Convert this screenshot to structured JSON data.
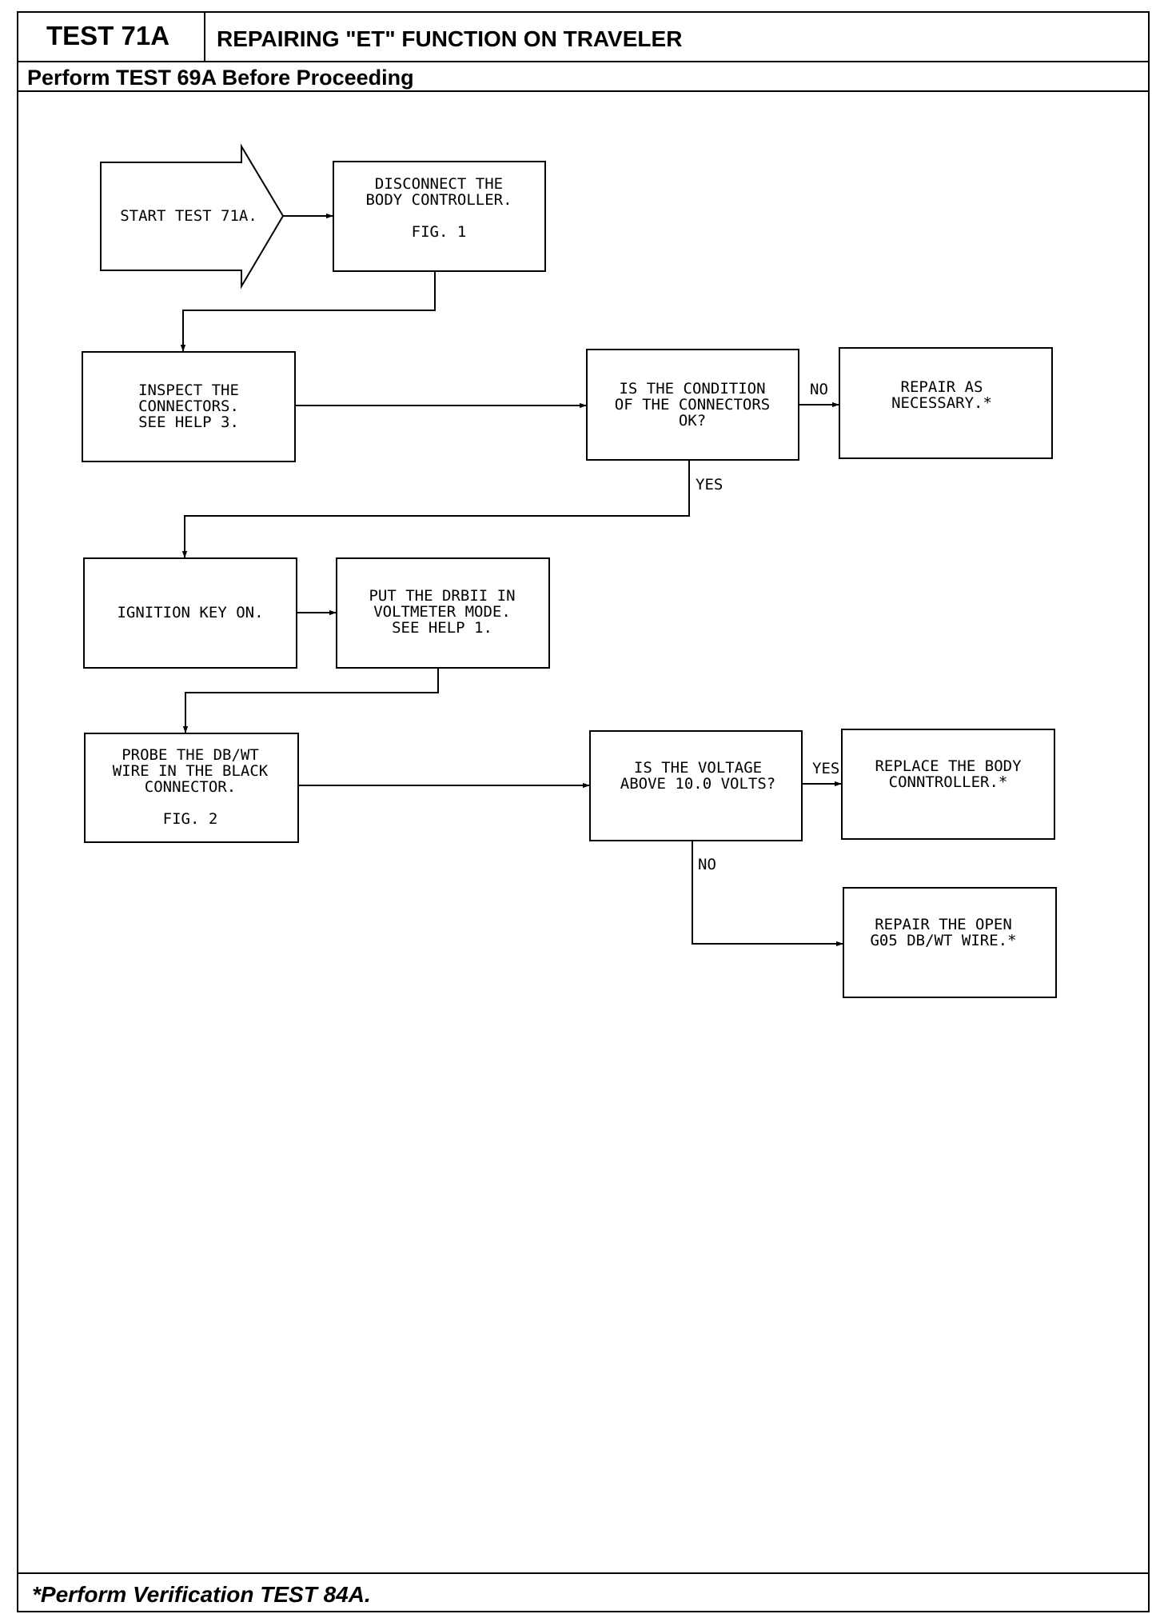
{
  "header": {
    "test_id": "TEST 71A",
    "title": "REPAIRING \"ET\" FUNCTION ON TRAVELER",
    "prerequisite": "Perform TEST 69A Before Proceeding"
  },
  "footer": {
    "note": "*Perform Verification TEST 84A."
  },
  "flowchart": {
    "start": [
      "START TEST 71A."
    ],
    "disconnect": [
      "DISCONNECT THE",
      "BODY CONTROLLER.",
      "",
      "FIG. 1"
    ],
    "inspect": [
      "INSPECT THE",
      "CONNECTORS.",
      "SEE HELP 3."
    ],
    "condition": [
      "IS THE CONDITION",
      "OF THE CONNECTORS",
      "OK?"
    ],
    "repair_as_necessary": [
      "REPAIR AS",
      "NECESSARY.*"
    ],
    "ignition": [
      "IGNITION KEY ON."
    ],
    "voltmeter": [
      "PUT THE DRBII IN",
      "VOLTMETER MODE.",
      "SEE HELP 1."
    ],
    "probe": [
      "PROBE THE DB/WT",
      "WIRE IN THE BLACK",
      "CONNECTOR.",
      "",
      "FIG. 2"
    ],
    "voltage": [
      "IS THE VOLTAGE",
      "ABOVE 10.0 VOLTS?"
    ],
    "replace": [
      "REPLACE THE BODY",
      "CONNTROLLER.*"
    ],
    "repair_open": [
      "REPAIR THE OPEN",
      "G05 DB/WT WIRE.*"
    ],
    "labels": {
      "no_1": "NO",
      "yes_1": "YES",
      "yes_2": "YES",
      "no_2": "NO"
    }
  }
}
